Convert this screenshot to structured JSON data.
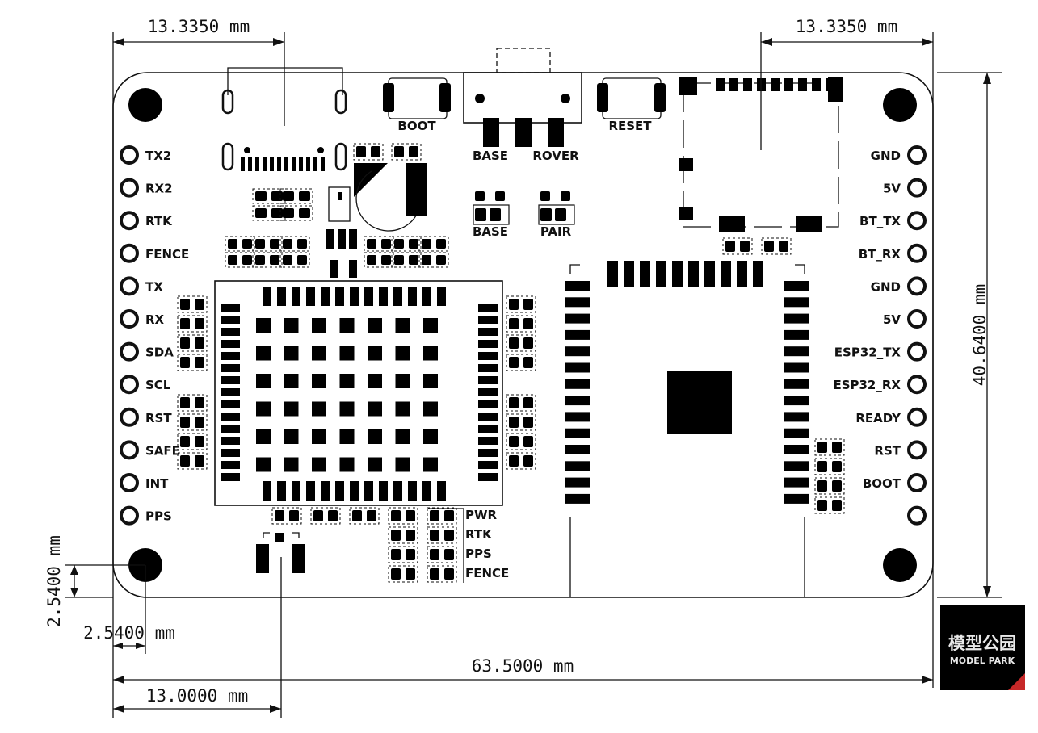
{
  "board": {
    "left_pins": [
      "TX2",
      "RX2",
      "RTK",
      "FENCE",
      "TX",
      "RX",
      "SDA",
      "SCL",
      "RST",
      "SAFE",
      "INT",
      "PPS"
    ],
    "right_pins": [
      "GND",
      "5V",
      "BT_TX",
      "BT_RX",
      "GND",
      "5V",
      "ESP32_TX",
      "ESP32_RX",
      "READY",
      "RST",
      "BOOT",
      ""
    ],
    "buttons": {
      "boot": "BOOT",
      "reset": "RESET"
    },
    "switch": {
      "base": "BASE",
      "rover": "ROVER"
    },
    "pads": {
      "base": "BASE",
      "pair": "PAIR"
    },
    "leds": [
      "PWR",
      "RTK",
      "PPS",
      "FENCE"
    ]
  },
  "dimensions": {
    "top_left": "13.3350 mm",
    "top_right": "13.3350 mm",
    "height": "40.6400 mm",
    "hole_y": "2.5400 mm",
    "hole_x": "2.5400 mm",
    "width": "63.5000 mm",
    "connector_x": "13.0000 mm"
  },
  "logo": {
    "cn": "模型公园",
    "en": "MODEL PARK",
    "bg": "#000000",
    "accent": "#c62828"
  }
}
